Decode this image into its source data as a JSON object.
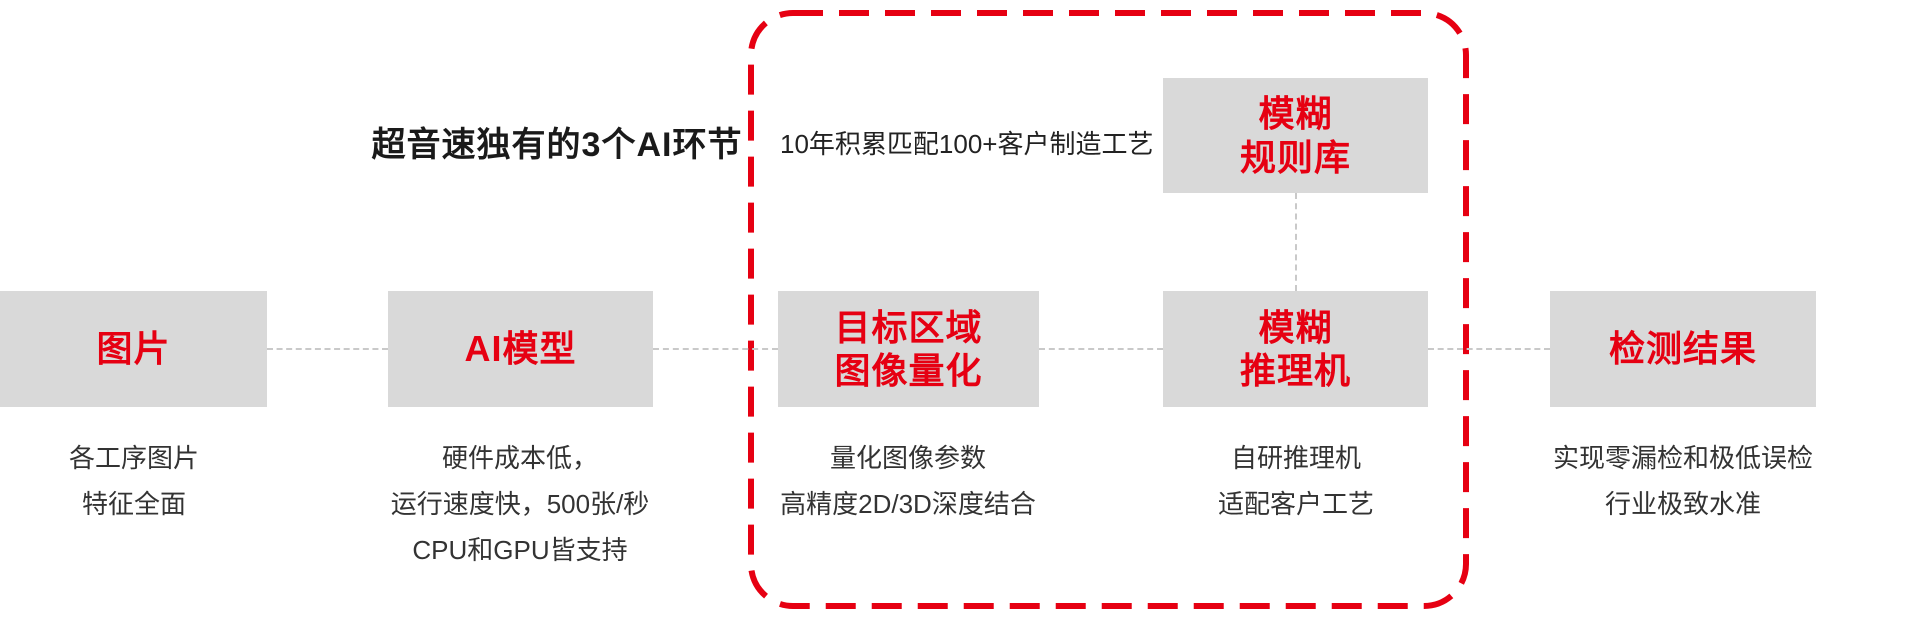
{
  "title": "超音速独有的3个AI环节",
  "frame_note": "10年积累匹配100+客户制造工艺",
  "colors": {
    "red": "#e60012",
    "box_bg": "#d9d9d9",
    "connector": "#c9c9c9",
    "text": "#333333"
  },
  "rule_box": {
    "lines": [
      "模糊",
      "规则库"
    ]
  },
  "nodes": [
    {
      "id": "image",
      "lines": [
        "图片"
      ],
      "desc": [
        "各工序图片",
        "特征全面"
      ]
    },
    {
      "id": "ai-model",
      "lines": [
        "AI模型"
      ],
      "desc": [
        "硬件成本低，",
        "运行速度快，500张/秒",
        "CPU和GPU皆支持"
      ]
    },
    {
      "id": "target-region-quantization",
      "lines": [
        "目标区域",
        "图像量化"
      ],
      "desc": [
        "量化图像参数",
        "高精度2D/3D深度结合"
      ]
    },
    {
      "id": "fuzzy-inference-engine",
      "lines": [
        "模糊",
        "推理机"
      ],
      "desc": [
        "自研推理机",
        "适配客户工艺"
      ]
    },
    {
      "id": "detection-result",
      "lines": [
        "检测结果"
      ],
      "desc": [
        "实现零漏检和极低误检",
        "行业极致水准"
      ]
    }
  ]
}
